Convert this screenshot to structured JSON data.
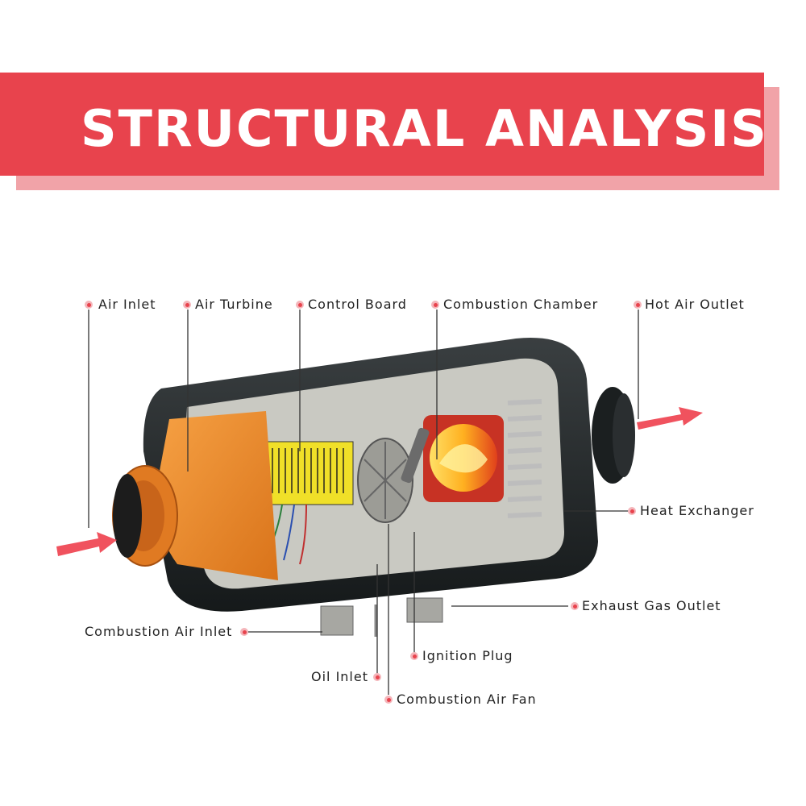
{
  "title": "STRUCTURAL ANALYSIS",
  "colors": {
    "banner": "#e8434d",
    "banner_shadow": "#f1a3a8",
    "arrow": "#f0525e",
    "leader": "#333333"
  },
  "labels": {
    "air_inlet": "Air Inlet",
    "air_turbine": "Air Turbine",
    "control_board": "Control Board",
    "combustion_chamber": "Combustion Chamber",
    "hot_air_outlet": "Hot Air Outlet",
    "heat_exchanger": "Heat Exchanger",
    "exhaust_gas_outlet": "Exhaust Gas Outlet",
    "combustion_air_inlet": "Combustion Air Inlet",
    "ignition_plug": "Ignition Plug",
    "oil_inlet": "Oil Inlet",
    "combustion_air_fan": "Combustion Air Fan"
  }
}
